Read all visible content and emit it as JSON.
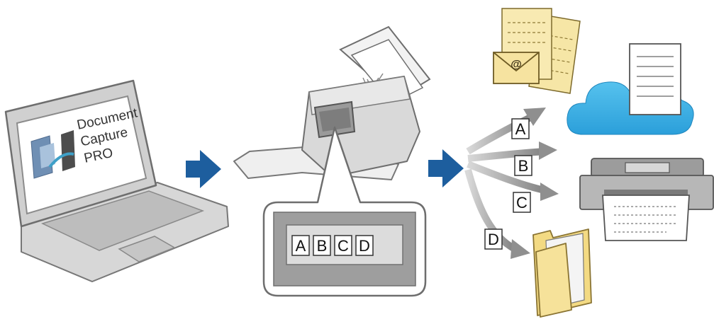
{
  "laptop": {
    "screen_text": [
      "Document",
      "Capture",
      "PRO"
    ]
  },
  "panel": {
    "buttons": [
      "A",
      "B",
      "C",
      "D"
    ]
  },
  "routes": [
    {
      "label": "A",
      "destination": "email"
    },
    {
      "label": "B",
      "destination": "cloud"
    },
    {
      "label": "C",
      "destination": "printer"
    },
    {
      "label": "D",
      "destination": "folder"
    }
  ],
  "email_symbol": "@",
  "colors": {
    "arrow_blue": "#1d5e9e",
    "route_arrow_gray": "#8f8f8f",
    "cloud_blue": "#3aaee3",
    "paper_yellow": "#f6e6a6",
    "folder_yellow": "#f3da83"
  }
}
